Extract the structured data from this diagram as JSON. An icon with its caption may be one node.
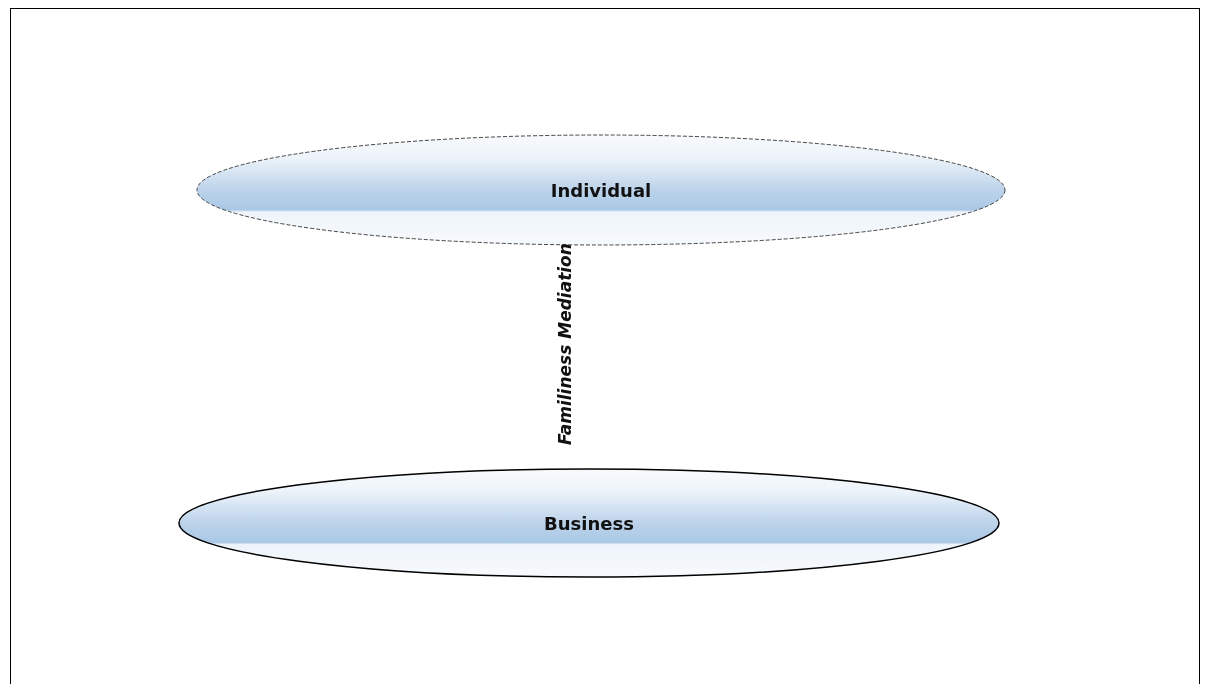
{
  "diagram": {
    "nodes": [
      {
        "text": [
          "Individual"
        ]
      },
      {
        "text": [
          "Business"
        ]
      }
    ],
    "labels": [
      "Familiness Mediation"
    ]
  }
}
